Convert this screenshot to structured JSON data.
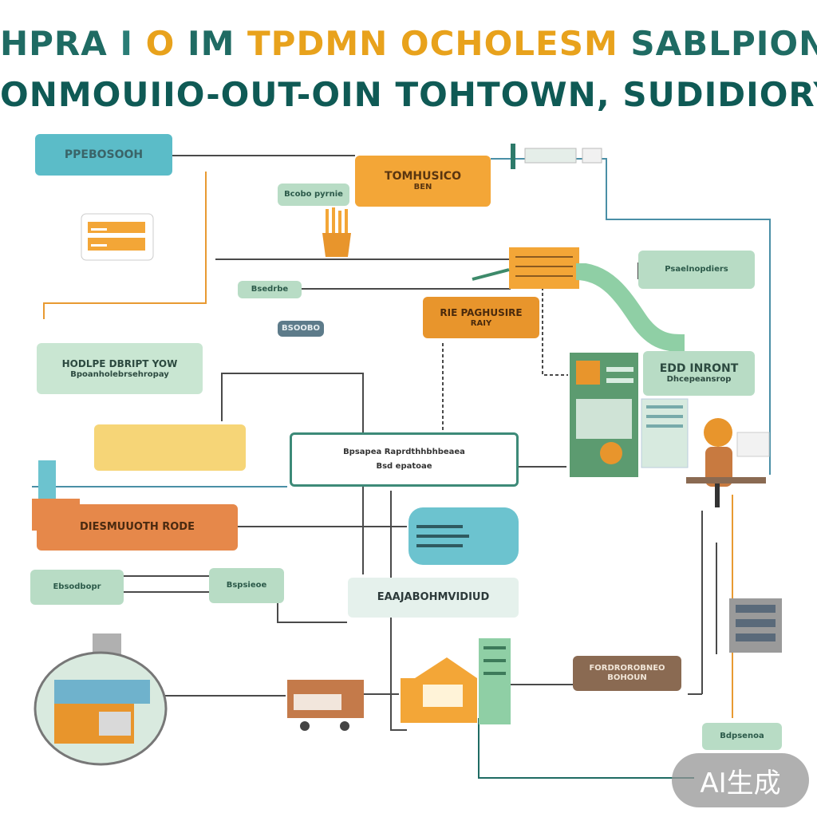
{
  "title": {
    "line1_parts": [
      {
        "text": "HPRA",
        "color": "#1f6b63"
      },
      {
        "text": " I ",
        "color": "#2a7d76"
      },
      {
        "text": "O ",
        "color": "#e8a21c"
      },
      {
        "text": "IM ",
        "color": "#1f6b63"
      },
      {
        "text": "TPDMN ",
        "color": "#e8a21c"
      },
      {
        "text": "OCHOLESM ",
        "color": "#e8a21c"
      },
      {
        "text": "SABLPION",
        "color": "#1f6b63"
      }
    ],
    "line2": "ONMOUIIO-OUT-OIN TOHTOWN, SUDIDIORY"
  },
  "nodes": {
    "n_teal_top": {
      "title": "PPEBOSOOH",
      "sub": ""
    },
    "n_tomhusico": {
      "title": "TOMHUSICO",
      "sub": "BEN"
    },
    "n_green_small": {
      "title": "",
      "sub": "Bcobo pyrnie"
    },
    "n_green_mid": {
      "title": "",
      "sub": "Bsedrbe"
    },
    "n_grey_small": {
      "title": "BSOOBO",
      "sub": ""
    },
    "n_rie_pagh": {
      "title": "RIE PAGHUSIRE",
      "sub": "RAIY"
    },
    "n_right_green": {
      "title": "",
      "sub": "Psaelnopdiers"
    },
    "n_hodlpe": {
      "title": "HODLPE DBRIPT YOW",
      "sub": "Bpoanholebrsehropay"
    },
    "n_edd_inront": {
      "title": "EDD INRONT",
      "sub": "Dhcepeansrop"
    },
    "n_center_banner": {
      "title": "Bpsapea Raprdthhbhbeaea",
      "sub": "Bsd epatoae"
    },
    "n_diesm": {
      "title": "DIESMUUOTH RODE",
      "sub": ""
    },
    "n_green_left_low": {
      "title": "",
      "sub": "Ebsodbopr"
    },
    "n_green_mid_low": {
      "title": "",
      "sub": "Bspsieoe"
    },
    "n_eaaja": {
      "title": "EAAJABOHMVIDIUD",
      "sub": ""
    },
    "n_brown": {
      "title": "FORDROROBNEO",
      "sub": "BOHOUN"
    },
    "n_bottom_right": {
      "title": "Bdpsenoa",
      "sub": ""
    }
  },
  "colors": {
    "teal": "#5bbcc8",
    "orange": "#e8952c",
    "light_orange": "#f3a637",
    "yellow": "#f6d577",
    "sage": "#b8dcc5",
    "dark_teal": "#1f6b63",
    "line_grey": "#4a4a4a",
    "line_blue": "#4a8fa6",
    "line_orange": "#e89a32",
    "brown": "#8a6a52"
  },
  "badge": {
    "text": "AI生成"
  }
}
